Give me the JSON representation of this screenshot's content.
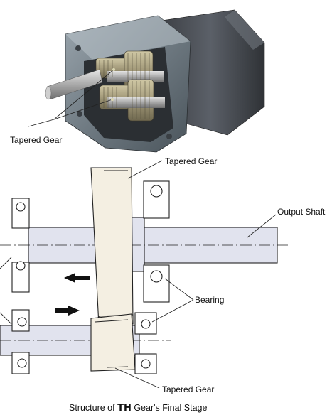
{
  "photo": {
    "label": "Tapered Gear"
  },
  "diagram": {
    "top_gear_label": "Tapered Gear",
    "output_shaft_label": "Output Shaft",
    "bearing_label": "Bearing",
    "bottom_gear_label": "Tapered Gear"
  },
  "caption": {
    "prefix": "Structure of ",
    "brand": "TH",
    "suffix": " Gear's Final Stage"
  },
  "colors": {
    "housing": "#6f7a82",
    "shaft_fill": "#e1e3ee",
    "gear_fill": "#f4efe2",
    "outline": "#222222"
  }
}
